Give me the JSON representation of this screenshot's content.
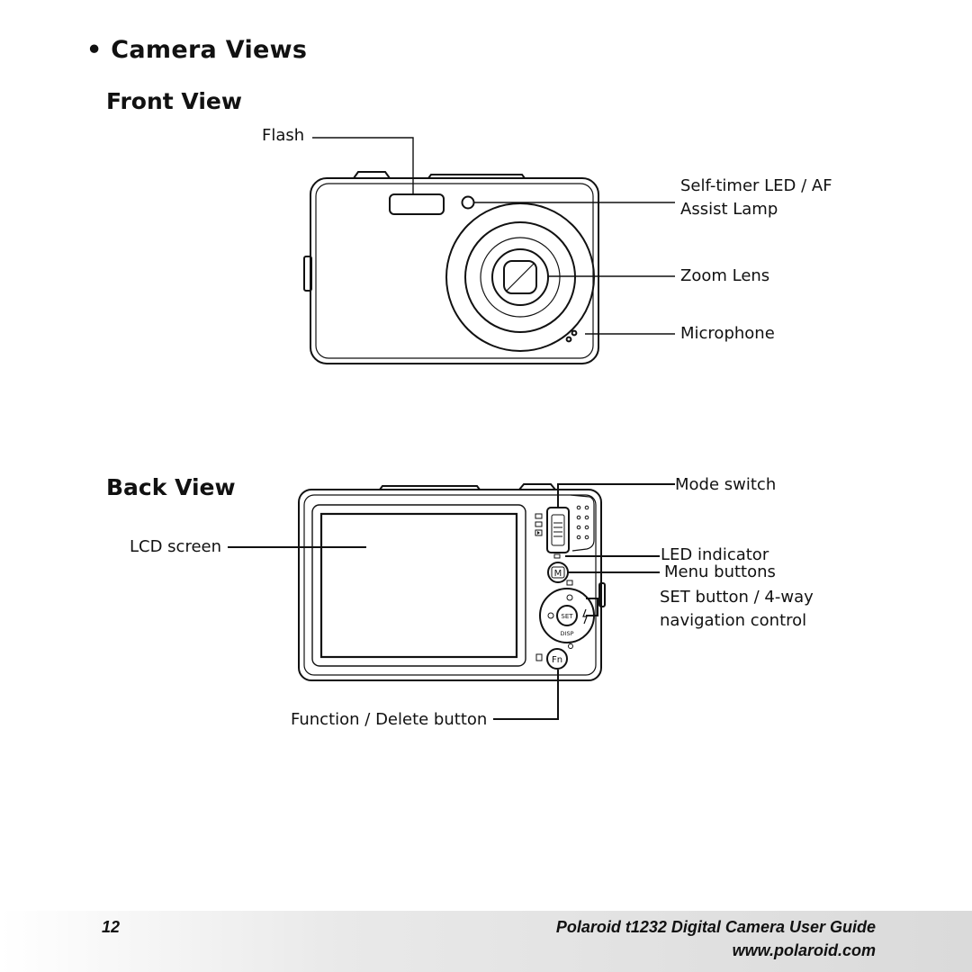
{
  "section": {
    "bullet": "•",
    "title": "Camera Views"
  },
  "front_view": {
    "heading": "Front View",
    "labels": {
      "flash": "Flash",
      "self_timer_line1": "Self-timer LED / AF",
      "self_timer_line2": "Assist Lamp",
      "zoom_lens": "Zoom Lens",
      "microphone": "Microphone"
    }
  },
  "back_view": {
    "heading": "Back View",
    "labels": {
      "mode_switch": "Mode switch",
      "lcd_screen": "LCD screen",
      "led_indicator": "LED indicator",
      "menu_buttons": "Menu buttons",
      "set_line1": "SET button / 4-way",
      "set_line2": "navigation control",
      "function_delete": "Function / Delete button"
    },
    "button_text": {
      "menu": "M",
      "set": "SET",
      "disp": "DISP",
      "fn": "Fn"
    }
  },
  "footer": {
    "page_number": "12",
    "guide_title": "Polaroid t1232 Digital Camera User Guide",
    "url": "www.polaroid.com"
  }
}
